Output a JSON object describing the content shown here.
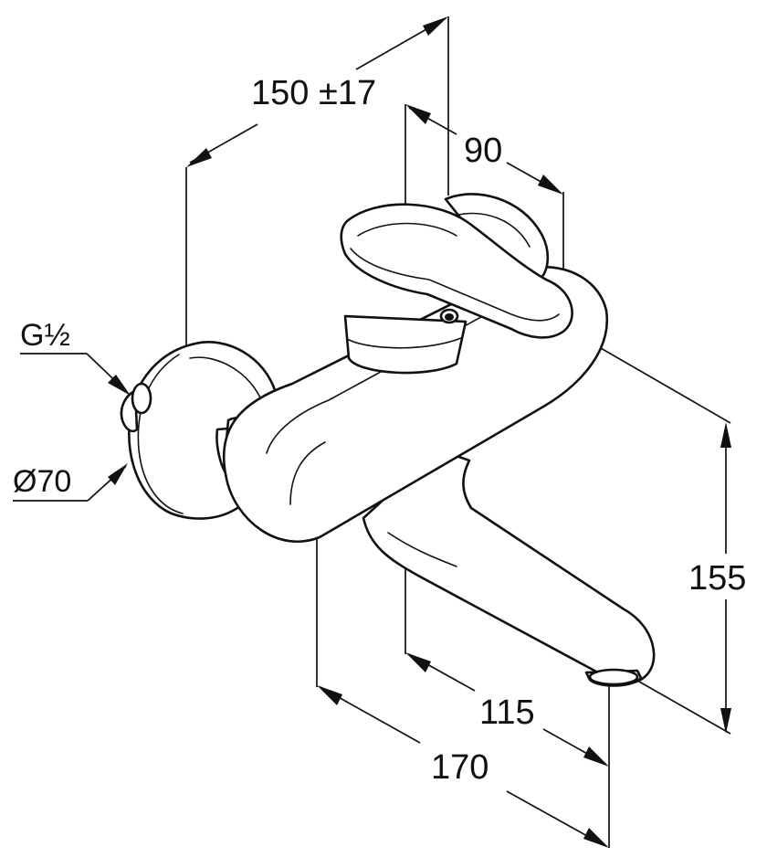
{
  "dimensions": {
    "total_depth": "150 ±17",
    "lever_offset": "90",
    "height": "155",
    "spout_reach": "115",
    "total_reach": "170"
  },
  "labels": {
    "connection_thread": "G½",
    "rosette_diameter": "Ø70"
  },
  "colors": {
    "line": "#111111",
    "background": "#ffffff"
  }
}
